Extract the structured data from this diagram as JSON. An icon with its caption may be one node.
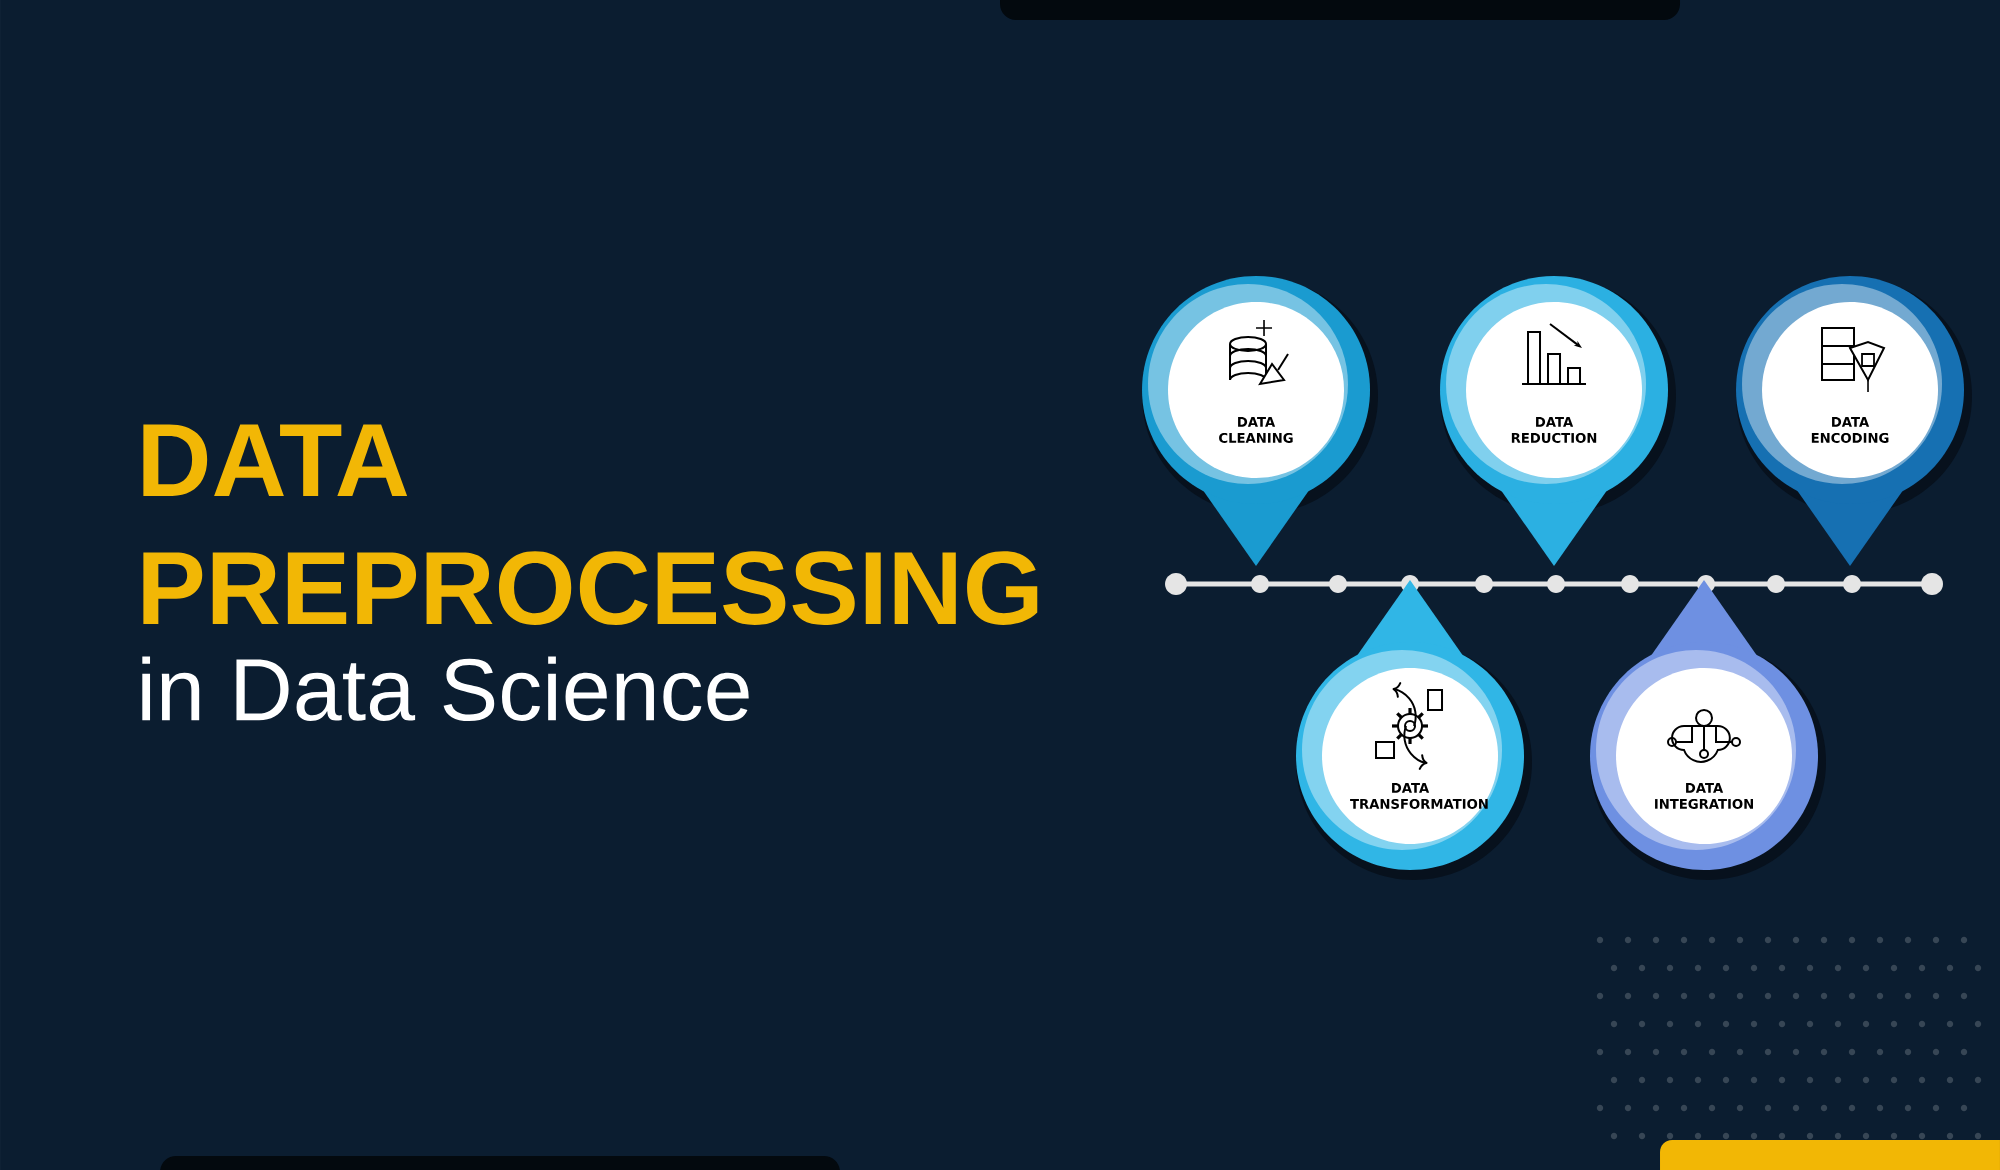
{
  "diagram": {
    "title": "DATA PREPROCESSING",
    "nodes": [
      {
        "text": [
          "DATA CLEANING"
        ]
      },
      {
        "text": [
          "DATA REDUCTION"
        ]
      },
      {
        "text": [
          "DATA ENCODING"
        ]
      },
      {
        "text": [
          "DATA TRANSFORMATION"
        ]
      },
      {
        "text": [
          "DATA INTEGRATION"
        ]
      }
    ],
    "labels": [
      "in Data Science"
    ]
  }
}
